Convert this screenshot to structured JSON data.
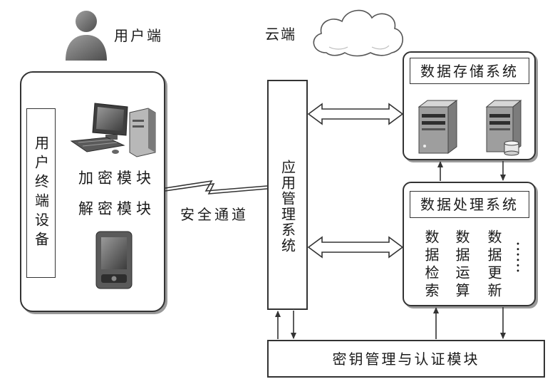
{
  "user_side_label": "用户端",
  "cloud_label": "云端",
  "user_terminal": {
    "title": "用户终端设备",
    "encrypt_module": "加密模块",
    "decrypt_module": "解密模块"
  },
  "channel_label": "安全通道",
  "app_management": "应用管理系统",
  "storage": {
    "title": "数据存储系统"
  },
  "processing": {
    "title": "数据处理系统",
    "columns": [
      "数据检索",
      "数据运算",
      "数据更新"
    ],
    "more": "......"
  },
  "key_module": "密钥管理与认证模块",
  "colors": {
    "stroke": "#333333",
    "icon_gray": "#6e6e6e"
  }
}
